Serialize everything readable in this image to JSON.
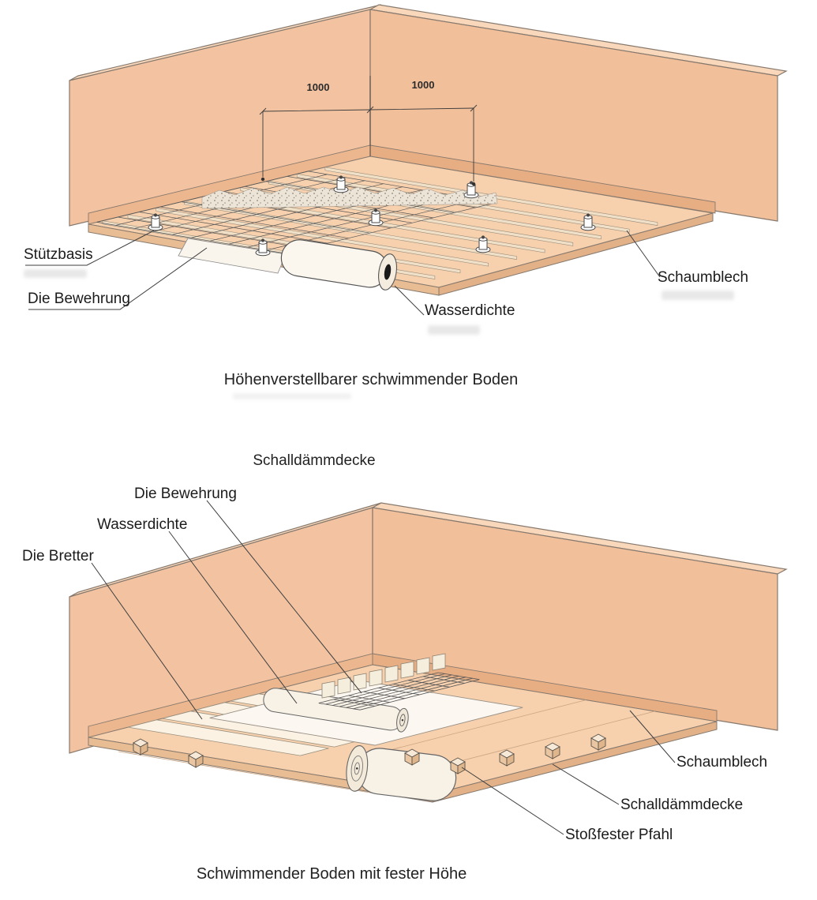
{
  "colors": {
    "wall": "#f3c3a1",
    "wall_top": "#f8d7bb",
    "floor": "#f7d0ad",
    "skirting": "#ecb78f",
    "outline": "#86796d",
    "leader": "#3f3f3f",
    "paper": "#ffffff"
  },
  "diagram_top": {
    "caption": "Höhenverstellbarer schwimmender Boden",
    "dimension_left": "1000",
    "dimension_right": "1000",
    "labels": {
      "stuetzbasis": "Stützbasis",
      "die_bewehrung": "Die Bewehrung",
      "wasserdichte": "Wasserdichte",
      "schaumblech": "Schaumblech"
    }
  },
  "diagram_bottom": {
    "caption": "Schwimmender Boden mit fester Höhe",
    "labels": {
      "schalldaemmdecke_heading": "Schalldämmdecke",
      "die_bewehrung": "Die Bewehrung",
      "wasserdichte": "Wasserdichte",
      "die_bretter": "Die Bretter",
      "schaumblech": "Schaumblech",
      "schalldaemmdecke": "Schalldämmdecke",
      "stossfester_pfahl": "Stoßfester Pfahl"
    }
  }
}
